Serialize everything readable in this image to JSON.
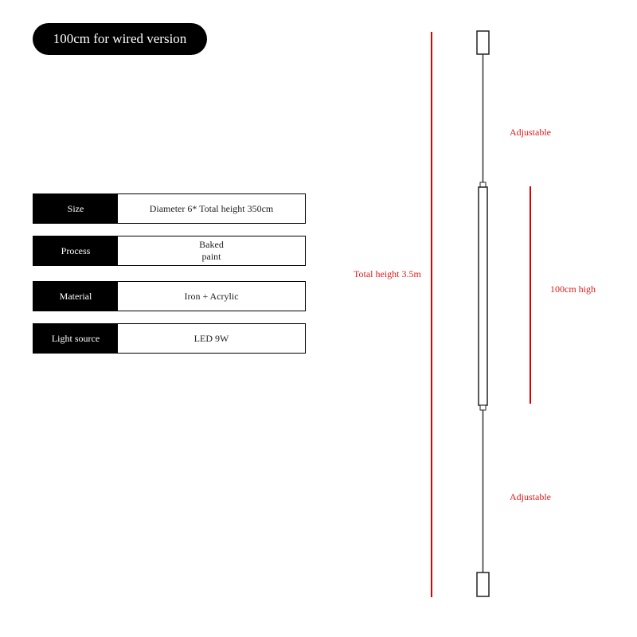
{
  "title": "100cm for wired version",
  "specs": [
    {
      "key": "Size",
      "value": "Diameter 6* Total height 350cm"
    },
    {
      "key": "Process",
      "value": "Baked\npaint"
    },
    {
      "key": "Material",
      "value": "Iron + Acrylic"
    },
    {
      "key": "Light source",
      "value": "LED 9W"
    }
  ],
  "labels": {
    "adjustable_top": "Adjustable",
    "total_height": "Total height 3.5m",
    "body_height": "100cm high",
    "adjustable_bottom": "Adjustable"
  },
  "colors": {
    "accent": "#e01a1a"
  }
}
